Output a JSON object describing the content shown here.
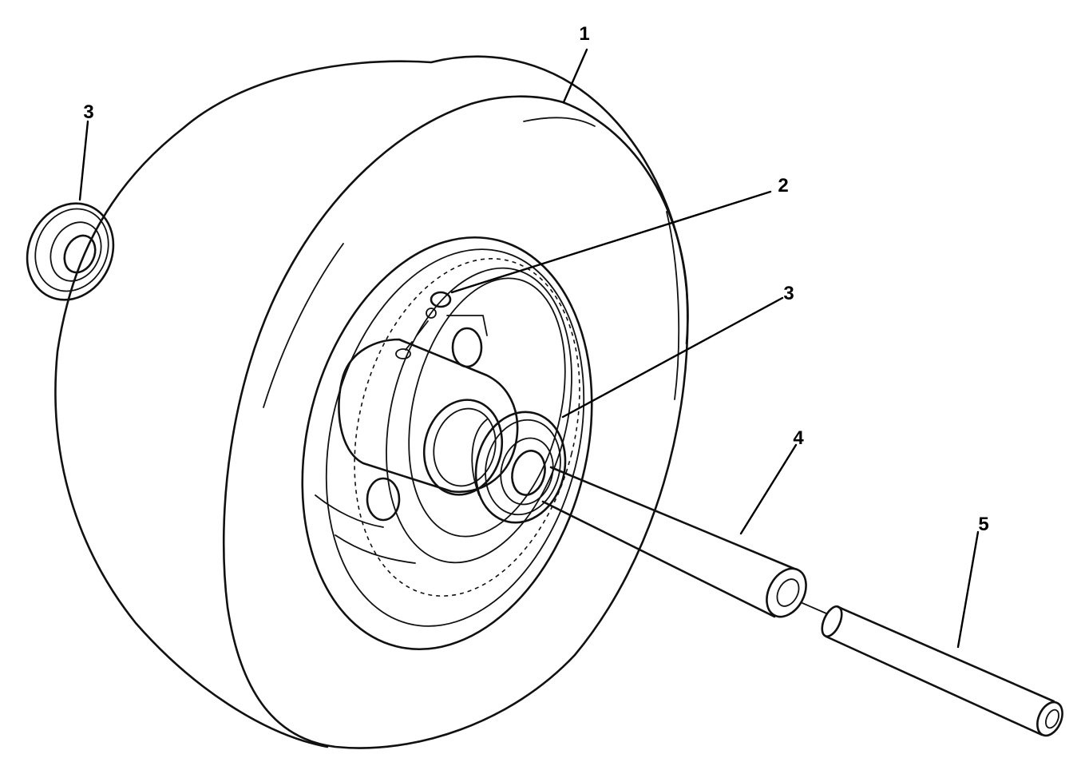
{
  "diagram": {
    "callouts": [
      {
        "id": "c1",
        "label": "1",
        "part": "tire"
      },
      {
        "id": "c2",
        "label": "2",
        "part": "grease-fitting"
      },
      {
        "id": "c3a",
        "label": "3",
        "part": "bearing"
      },
      {
        "id": "c3b",
        "label": "3",
        "part": "bearing"
      },
      {
        "id": "c4",
        "label": "4",
        "part": "spacer-tube"
      },
      {
        "id": "c5",
        "label": "5",
        "part": "axle"
      }
    ],
    "colors": {
      "ink": "#111111",
      "background": "#ffffff"
    }
  }
}
